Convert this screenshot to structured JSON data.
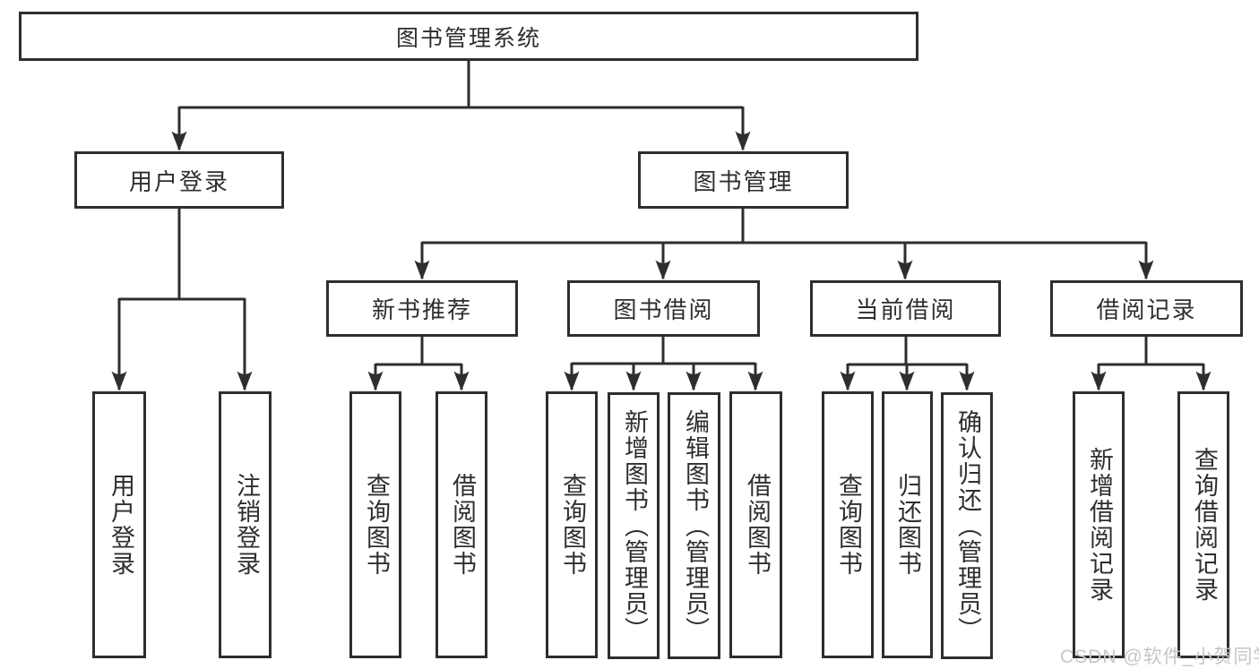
{
  "diagram": {
    "root": "图书管理系统",
    "level2": {
      "user_login": "用户登录",
      "book_management": "图书管理"
    },
    "level3": {
      "new_books": "新书推荐",
      "book_borrowing": "图书借阅",
      "current_borrowing": "当前借阅",
      "borrowing_records": "借阅记录"
    },
    "leaves": {
      "user_login": [
        "用户登录",
        "注销登录"
      ],
      "new_books": [
        "查询图书",
        "借阅图书"
      ],
      "book_borrowing": [
        "查询图书",
        "新增图书（管理员）",
        "编辑图书（管理员）",
        "借阅图书"
      ],
      "current_borrowing": [
        "查询图书",
        "归还图书",
        "确认归还（管理员）"
      ],
      "borrowing_records": [
        "新增借阅记录",
        "查询借阅记录"
      ]
    }
  },
  "watermark": "CSDN @软件_小贺同学",
  "colors": {
    "line": "#2e2e2e",
    "text": "#2e2e2e",
    "box_background": "#ffffff",
    "watermark": "#c6c6c6",
    "background": "#ffffff"
  }
}
